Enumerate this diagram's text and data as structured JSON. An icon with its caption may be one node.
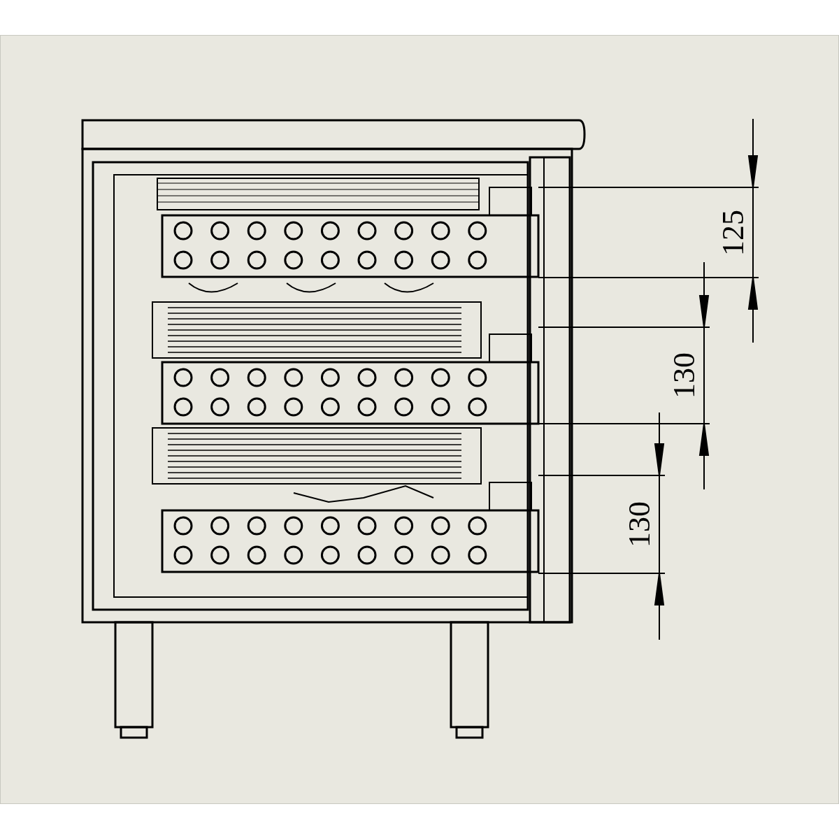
{
  "diagram": {
    "labels": [
      "125",
      "130",
      "130"
    ]
  }
}
